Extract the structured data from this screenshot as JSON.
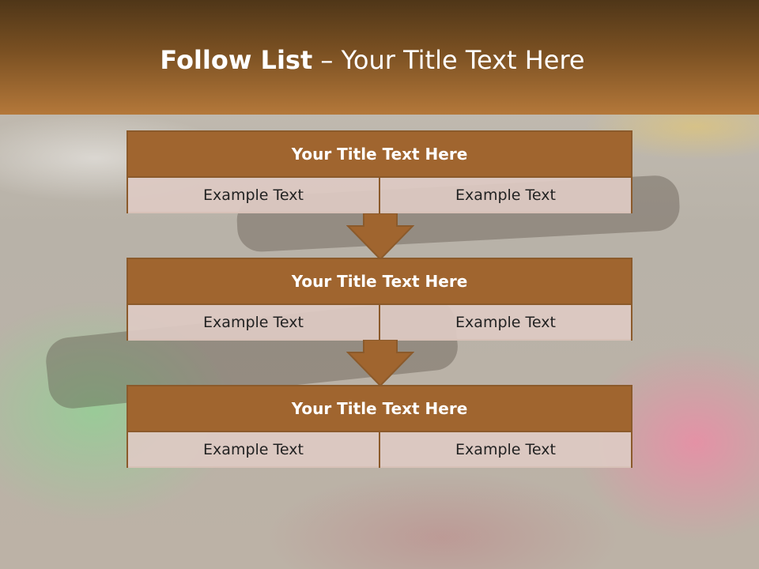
{
  "slide": {
    "title_bold": "Follow List",
    "title_rest": "– Your Title Text Here"
  },
  "blocks": [
    {
      "title": "Your Title Text Here",
      "left": "Example Text",
      "right": "Example Text"
    },
    {
      "title": "Your Title Text Here",
      "left": "Example Text",
      "right": "Example Text"
    },
    {
      "title": "Your Title Text Here",
      "left": "Example Text",
      "right": "Example Text"
    }
  ],
  "colors": {
    "header_dark": "#4f3618",
    "header_light": "#b4783a",
    "block_title_fill": "#a0652f",
    "block_border": "#8b5a2b",
    "cell_fill": "#ddcac3",
    "arrow_fill": "#a0652f"
  }
}
